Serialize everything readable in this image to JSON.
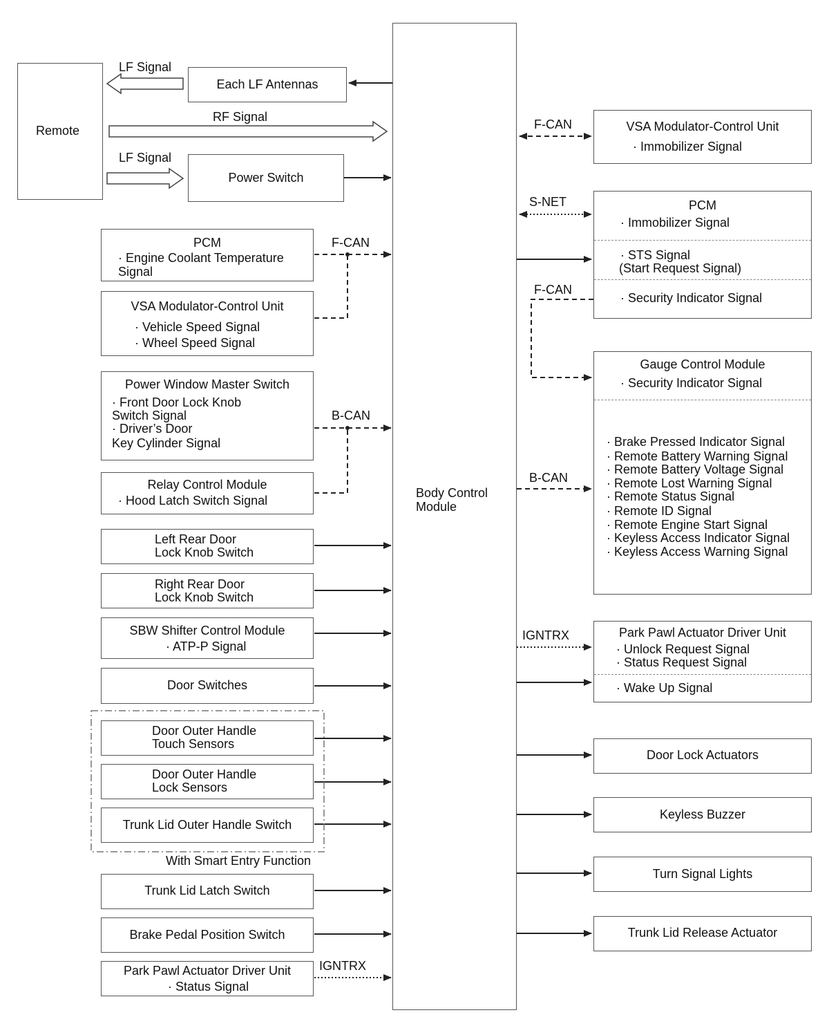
{
  "remote": "Remote",
  "lf_antennas": "Each LF Antennas",
  "power_switch": "Power Switch",
  "signals": {
    "lf_signal_1": "LF Signal",
    "rf_signal": "RF Signal",
    "lf_signal_2": "LF Signal",
    "fcan_left": "F-CAN",
    "bcan_left": "B-CAN",
    "ign_left": "IGNTRX",
    "fcan_vsa": "F-CAN",
    "snet": "S-NET",
    "fcan_right": "F-CAN",
    "bcan_right": "B-CAN",
    "ign_right": "IGNTRX"
  },
  "bcm": {
    "line1": "Body Control",
    "line2": "Module"
  },
  "left": {
    "pcm": {
      "title": "PCM",
      "l1": "· Engine Coolant Temperature",
      "l2": "Signal"
    },
    "vsa": {
      "title": "VSA Modulator-Control Unit",
      "l1": "· Vehicle Speed Signal",
      "l2": "· Wheel Speed Signal"
    },
    "pwms": {
      "title": "Power Window Master Switch",
      "l1": "· Front Door Lock Knob",
      "l2": "Switch Signal",
      "l3": "· Driver’s Door",
      "l4": "Key Cylinder Signal"
    },
    "relay": {
      "title": "Relay Control Module",
      "l1": "· Hood Latch Switch Signal"
    },
    "lrd": {
      "l1": "Left Rear Door",
      "l2": "Lock Knob Switch"
    },
    "rrd": {
      "l1": "Right Rear Door",
      "l2": "Lock Knob Switch"
    },
    "sbw": {
      "title": "SBW Shifter Control Module",
      "l1": "· ATP-P Signal"
    },
    "door_switches": "Door Switches",
    "touch": {
      "l1": "Door Outer Handle",
      "l2": "Touch Sensors"
    },
    "lock_sensors": {
      "l1": "Door Outer Handle",
      "l2": "Lock Sensors"
    },
    "trunk_handle": "Trunk Lid Outer Handle Switch",
    "smart_entry": "With Smart Entry Function",
    "trunk_latch": "Trunk Lid Latch Switch",
    "brake_pedal": "Brake Pedal Position Switch",
    "ppa": {
      "title": "Park Pawl Actuator Driver Unit",
      "l1": "· Status Signal"
    }
  },
  "right": {
    "vsa": {
      "title": "VSA Modulator-Control Unit",
      "l1": "· Immobilizer Signal"
    },
    "pcm": {
      "title": "PCM",
      "l1": "· Immobilizer Signal",
      "l2": "· STS Signal",
      "l3": "(Start Request Signal)",
      "l4": "· Security Indicator Signal"
    },
    "gauge": {
      "title": "Gauge Control Module",
      "l1": "· Security Indicator Signal",
      "items": [
        "· Brake Pressed Indicator Signal",
        "· Remote Battery Warning Signal",
        "· Remote Battery Voltage Signal",
        "· Remote Lost Warning Signal",
        "· Remote Status Signal",
        "· Remote ID Signal",
        "· Remote Engine Start Signal",
        "· Keyless Access Indicator Signal",
        "· Keyless Access Warning Signal"
      ]
    },
    "ppa": {
      "title": "Park Pawl Actuator Driver Unit",
      "l1": "· Unlock Request Signal",
      "l2": "· Status Request Signal",
      "l3": "· Wake Up Signal"
    },
    "door_lock": "Door Lock Actuators",
    "buzzer": "Keyless Buzzer",
    "turn": "Turn Signal Lights",
    "trunk_release": "Trunk Lid Release Actuator"
  }
}
